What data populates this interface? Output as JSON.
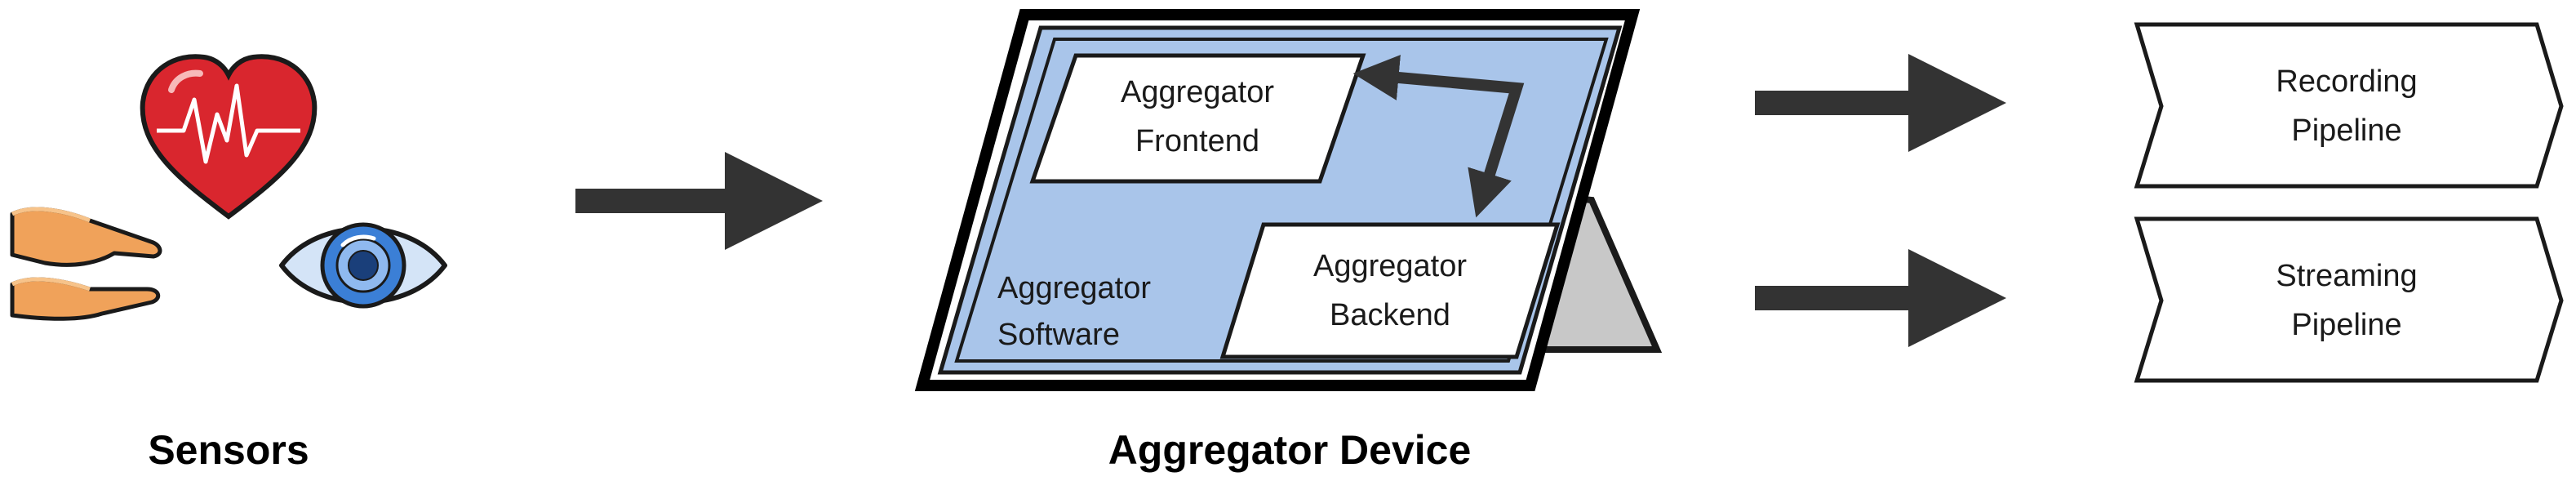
{
  "sensors": {
    "label": "Sensors",
    "icons": [
      "heart-rate-icon",
      "hands-icon",
      "eye-icon"
    ]
  },
  "device": {
    "label": "Aggregator Device",
    "frontend": {
      "line1": "Aggregator",
      "line2": "Frontend"
    },
    "backend": {
      "line1": "Aggregator",
      "line2": "Backend"
    },
    "software": {
      "line1": "Aggregator",
      "line2": "Software"
    }
  },
  "pipelines": {
    "recording": {
      "line1": "Recording",
      "line2": "Pipeline"
    },
    "streaming": {
      "line1": "Streaming",
      "line2": "Pipeline"
    }
  },
  "colors": {
    "screen_fill": "#a9c5ea",
    "frame": "#000000",
    "stand_fill": "#c8c8c8",
    "arrow": "#333333",
    "heart": "#d9262e",
    "hand": "#f0a25a",
    "eye": "#3b7fd6"
  }
}
